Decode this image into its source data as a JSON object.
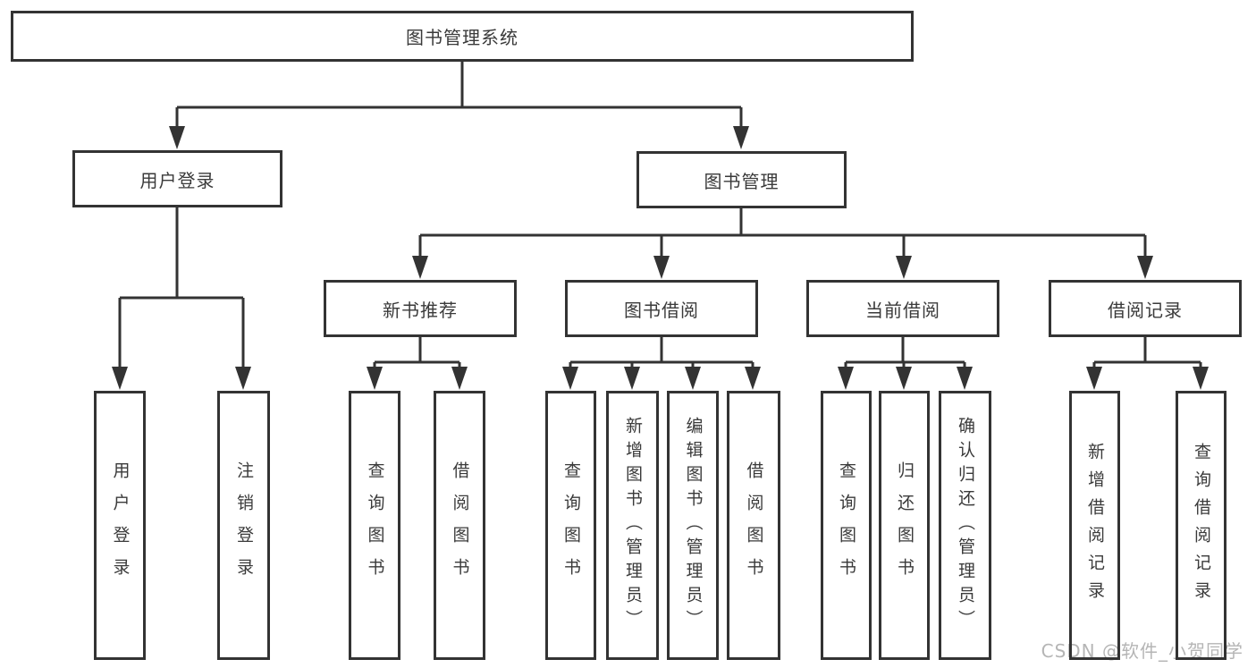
{
  "tree": {
    "label": "图书管理系统",
    "children": [
      {
        "label": "用户登录",
        "children": [
          {
            "label": "用户登录"
          },
          {
            "label": "注销登录"
          }
        ]
      },
      {
        "label": "图书管理",
        "children": [
          {
            "label": "新书推荐",
            "children": [
              {
                "label": "查询图书"
              },
              {
                "label": "借阅图书"
              }
            ]
          },
          {
            "label": "图书借阅",
            "children": [
              {
                "label": "查询图书"
              },
              {
                "label": "新增图书（管理员）"
              },
              {
                "label": "编辑图书（管理员）"
              },
              {
                "label": "借阅图书"
              }
            ]
          },
          {
            "label": "当前借阅",
            "children": [
              {
                "label": "查询图书"
              },
              {
                "label": "归还图书"
              },
              {
                "label": "确认归还（管理员）"
              }
            ]
          },
          {
            "label": "借阅记录",
            "children": [
              {
                "label": "新增借阅记录"
              },
              {
                "label": "查询借阅记录"
              }
            ]
          }
        ]
      }
    ]
  },
  "watermark": "CSDN @软件_小贺同学",
  "colors": {
    "line": "#333333",
    "box_border": "#333333",
    "text": "#3a3a3a",
    "watermark": "#b5b5b5",
    "background": "#ffffff"
  }
}
